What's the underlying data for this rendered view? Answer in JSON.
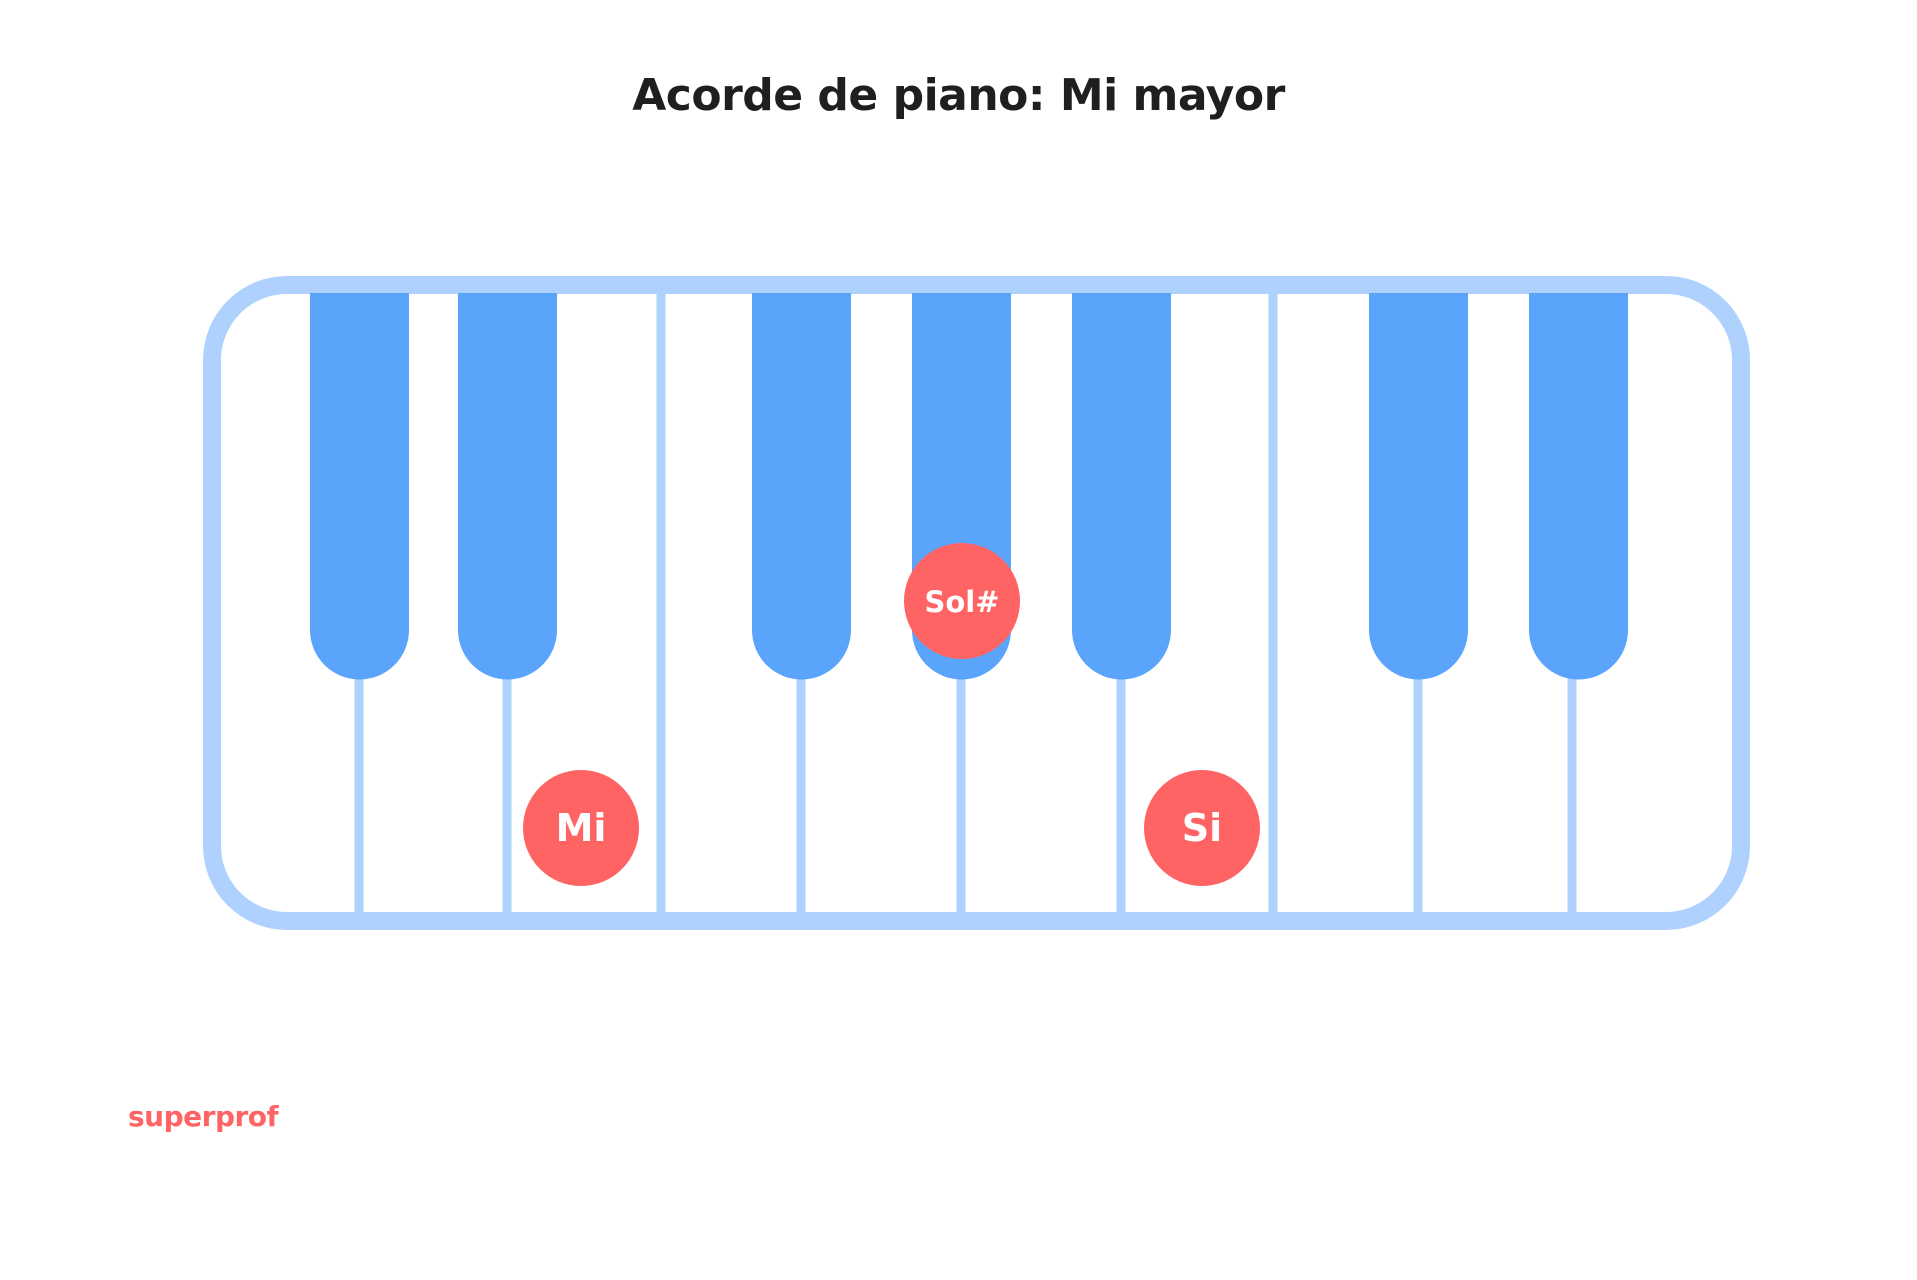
{
  "title": "Acorde de piano: Mi mayor",
  "brand": "superprof",
  "colors": {
    "frame": "#aed2fd",
    "black_key": "#5aa4fc",
    "white_key": "#ffffff",
    "highlight": "#ff6464"
  },
  "chord_notes": [
    {
      "label": "Mi",
      "key_type": "white",
      "key_index": 2
    },
    {
      "label": "Sol#",
      "key_type": "black",
      "key_index": 3
    },
    {
      "label": "Si",
      "key_type": "white",
      "key_index": 6
    }
  ]
}
